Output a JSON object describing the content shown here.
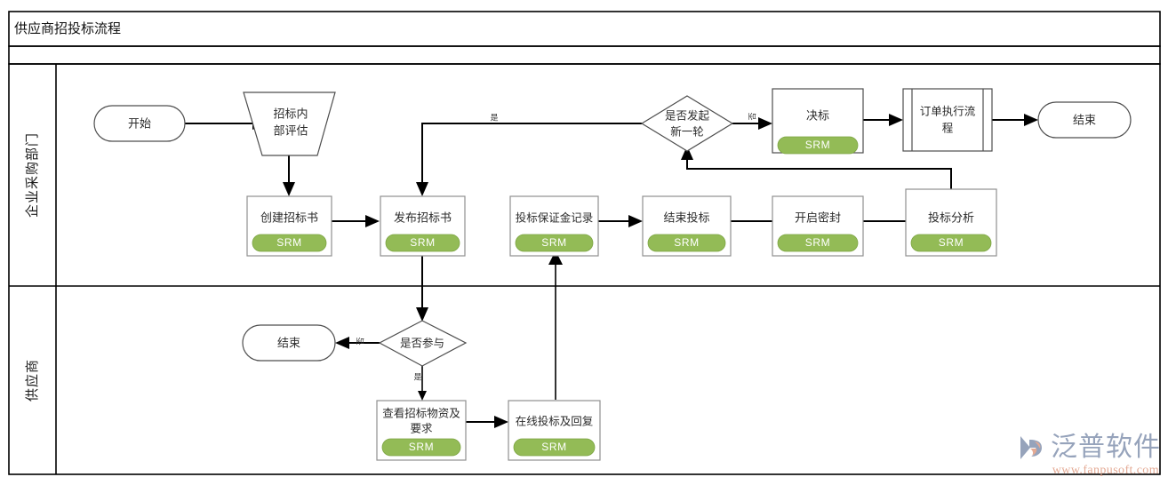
{
  "diagram": {
    "title": "供应商招投标流程",
    "type": "swimlane-flowchart",
    "accent_color": "#93bb56",
    "line_color": "#000000",
    "shape_stroke": "#8f8f8f",
    "badge_label": "SRM"
  },
  "lanes": [
    {
      "id": "lane-purchasing",
      "label": "企业采购部门"
    },
    {
      "id": "lane-supplier",
      "label": "供应商"
    }
  ],
  "nodes": {
    "start_purchasing": {
      "label": "开始",
      "shape": "terminator"
    },
    "internal_eval": {
      "label_line1": "招标内",
      "label_line2": "部评估",
      "shape": "trapezoid"
    },
    "create_tender": {
      "label": "创建招标书",
      "shape": "process",
      "badge": "SRM"
    },
    "publish_tender": {
      "label": "发布招标书",
      "shape": "process",
      "badge": "SRM"
    },
    "deposit_record": {
      "label": "投标保证金记录",
      "shape": "process",
      "badge": "SRM"
    },
    "end_bidding": {
      "label": "结束投标",
      "shape": "process",
      "badge": "SRM"
    },
    "open_seal": {
      "label": "开启密封",
      "shape": "process",
      "badge": "SRM"
    },
    "bid_analysis": {
      "label": "投标分析",
      "shape": "process",
      "badge": "SRM"
    },
    "new_round_decision": {
      "label_line1": "是否发起",
      "label_line2": "新一轮",
      "shape": "decision"
    },
    "award": {
      "label": "决标",
      "shape": "process",
      "badge": "SRM"
    },
    "order_process": {
      "label_line1": "订单执行流",
      "label_line2": "程",
      "shape": "predefined-process"
    },
    "end_purchasing": {
      "label": "结束",
      "shape": "terminator"
    },
    "participate_decision": {
      "label": "是否参与",
      "shape": "decision"
    },
    "end_supplier": {
      "label": "结束",
      "shape": "terminator"
    },
    "view_tender": {
      "label_line1": "查看招标物资及",
      "label_line2": "要求",
      "shape": "process",
      "badge": "SRM"
    },
    "online_bid": {
      "label": "在线投标及回复",
      "shape": "process",
      "badge": "SRM"
    }
  },
  "edge_labels": {
    "new_round_yes": "是",
    "new_round_no": "否",
    "participate_no": "否",
    "participate_yes": "是"
  },
  "watermark": {
    "brand": "泛普软件",
    "url": "www.fanpusoft.com"
  }
}
